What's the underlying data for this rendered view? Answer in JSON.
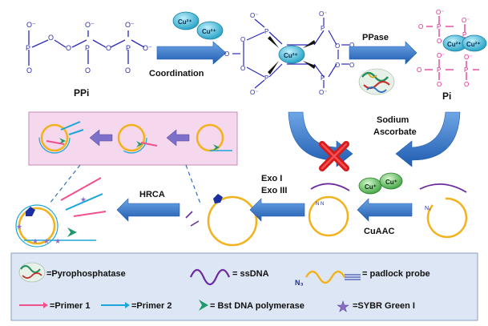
{
  "labels": {
    "ppi": "PPi",
    "pi": "Pi",
    "coordination": "Coordination",
    "ppase": "PPase",
    "sodium": "Sodium",
    "ascorbate": "Ascorbate",
    "exo1": "Exo I",
    "exo3": "Exo III",
    "hrca": "HRCA",
    "cuaac": "CuAAC",
    "cu2": "Cu²⁺",
    "cu1": "Cu⁺",
    "o": "O",
    "o_minus": "O⁻",
    "p": "P",
    "n3": "N₃"
  },
  "legend": {
    "pyrophosphatase": "=Pyrophosphatase",
    "ssdna": "= ssDNA",
    "padlock": "= padlock probe",
    "primer1": "=Primer 1",
    "primer2": "=Primer 2",
    "bst": "= Bst DNA polymerase",
    "sybr": "=SYBR Green I"
  },
  "colors": {
    "phosphate_blue": "#2b2bb8",
    "phosphate_pink": "#e0238c",
    "arrow_blue": "#2e6fc0",
    "cu_fill": "#36b6d8",
    "padlock_gold": "#f2b21c",
    "ssdna_purple": "#6c2ca0",
    "primer1_pink": "#f0508c",
    "primer2_cyan": "#1aa6d8",
    "polymerase_green": "#1f9a6a",
    "cross_red": "#d81a1a",
    "panel_pink": "#f6d8ee",
    "legend_bg": "#dde6f4"
  }
}
